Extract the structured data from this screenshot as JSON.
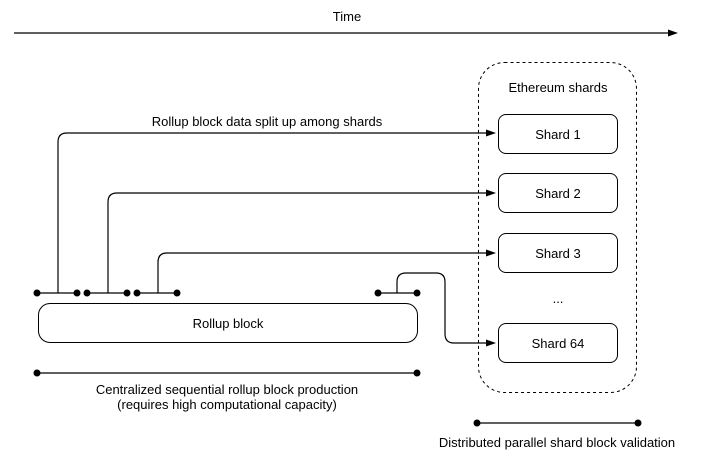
{
  "colors": {
    "line": "#000000",
    "background": "#ffffff",
    "text": "#000000"
  },
  "time_axis": {
    "label": "Time"
  },
  "shards": {
    "title": "Ethereum shards",
    "items": [
      {
        "label": "Shard 1"
      },
      {
        "label": "Shard 2"
      },
      {
        "label": "Shard 3"
      },
      {
        "label": "Shard 64"
      }
    ],
    "ellipsis": "..."
  },
  "rollup": {
    "block_label": "Rollup block",
    "split_label": "Rollup block data split up among shards",
    "production_caption_line1": "Centralized sequential rollup block production",
    "production_caption_line2": "(requires high computational capacity)"
  },
  "validation": {
    "caption": "Distributed parallel shard block validation"
  }
}
